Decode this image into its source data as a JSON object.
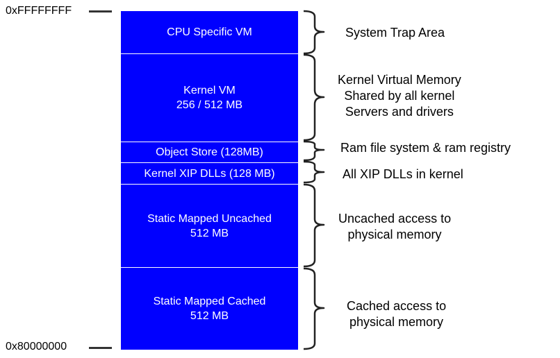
{
  "diagram": {
    "title": "Kernel virtual memory map",
    "addresses": {
      "top": "0xFFFFFFFF",
      "bottom": "0x80000000"
    },
    "regions": [
      {
        "id": "cpu-specific-vm",
        "lines": [
          "CPU Specific VM"
        ],
        "description": [
          "System Trap Area"
        ]
      },
      {
        "id": "kernel-vm",
        "lines": [
          "Kernel VM",
          "256 / 512 MB"
        ],
        "description": [
          "Kernel Virtual Memory",
          "Shared by all kernel",
          "Servers and drivers"
        ]
      },
      {
        "id": "object-store",
        "lines": [
          "Object Store (128MB)"
        ],
        "description": [
          "Ram file system & ram registry"
        ]
      },
      {
        "id": "kernel-xip-dlls",
        "lines": [
          "Kernel XIP DLLs (128 MB)"
        ],
        "description": [
          "All XIP DLLs in kernel"
        ]
      },
      {
        "id": "static-mapped-uncached",
        "lines": [
          "Static Mapped Uncached",
          "512 MB"
        ],
        "description": [
          "Uncached access to",
          "physical memory"
        ]
      },
      {
        "id": "static-mapped-cached",
        "lines": [
          "Static Mapped Cached",
          "512 MB"
        ],
        "description": [
          "Cached access to",
          "physical memory"
        ]
      }
    ],
    "colors": {
      "block": "#0000ff",
      "block_text": "#ffffff",
      "separator": "#ffffff",
      "brace": "#222222"
    }
  }
}
